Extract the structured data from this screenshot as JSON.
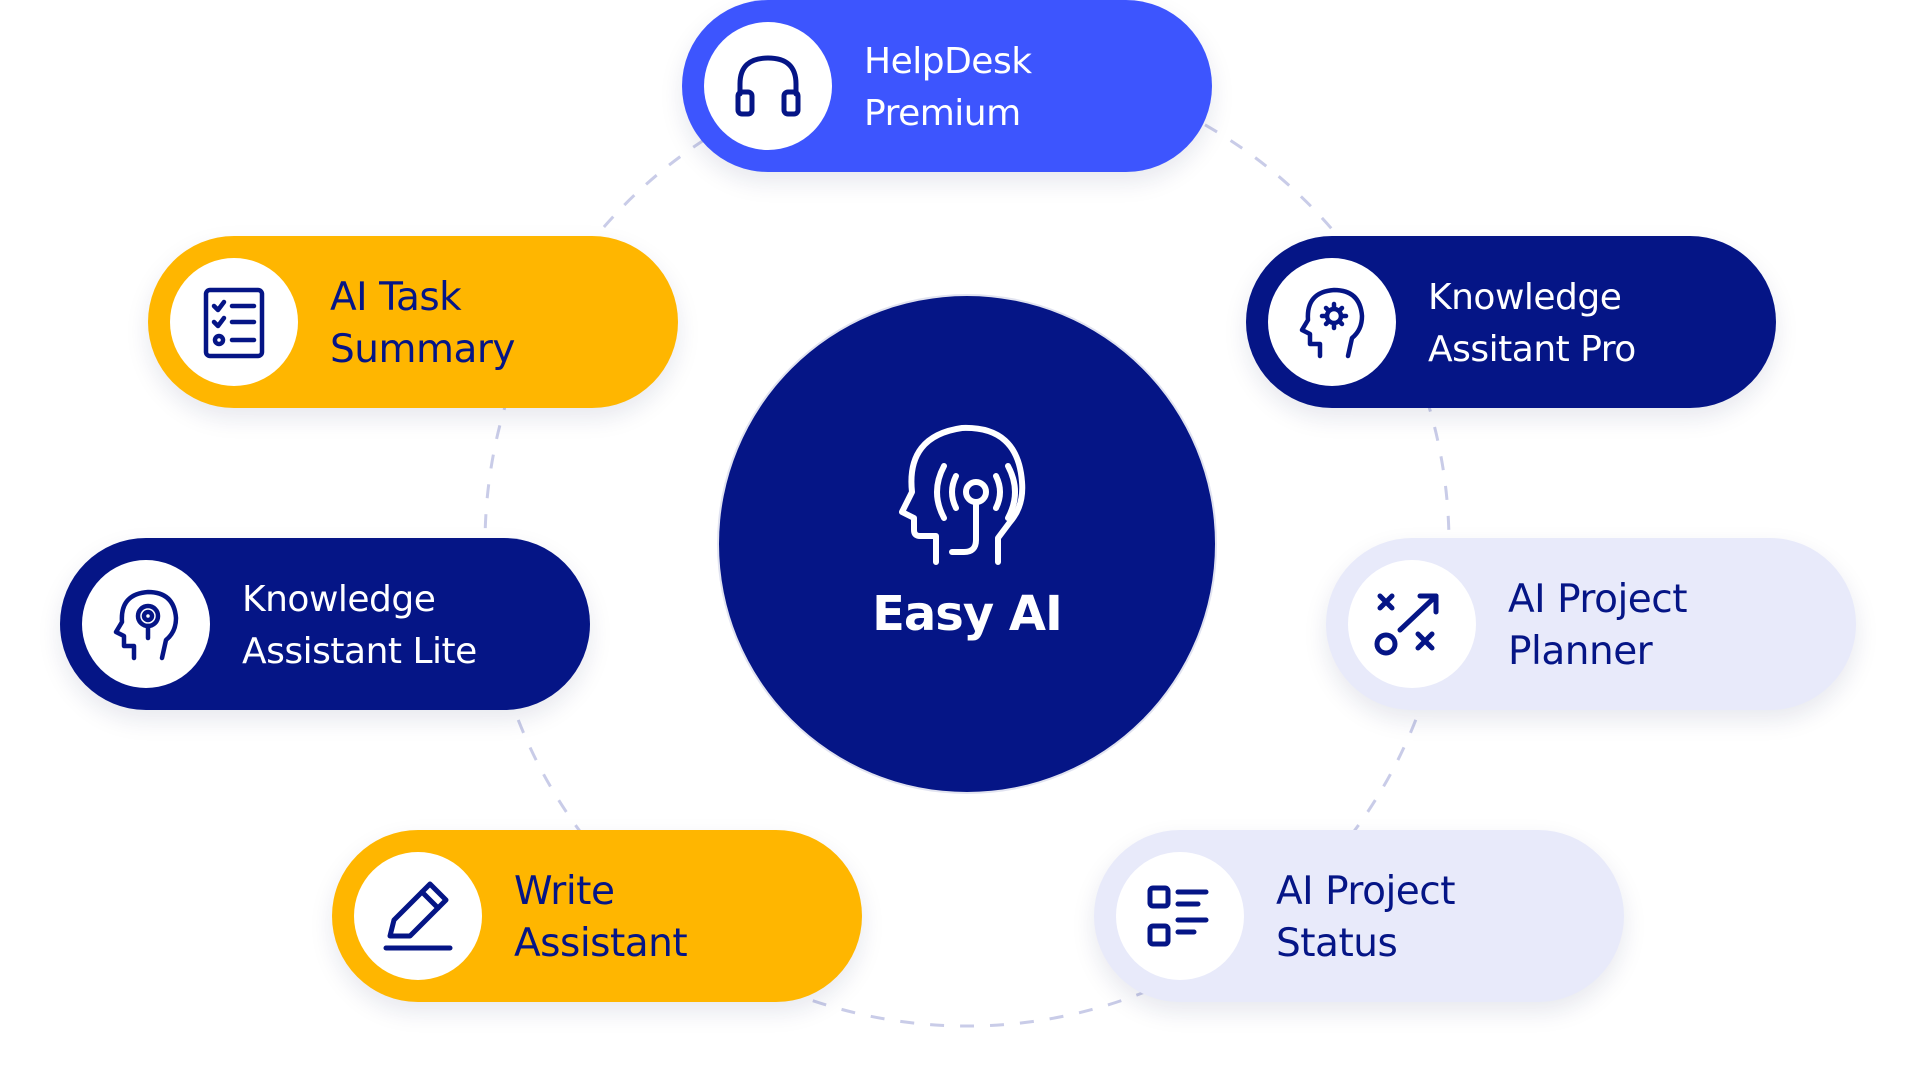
{
  "center": {
    "label": "Easy AI",
    "icon": "head-broadcast-icon"
  },
  "nodes": [
    {
      "id": "helpdesk",
      "line1": "HelpDesk",
      "line2": "Premium",
      "icon": "headphones-icon",
      "style": "blue"
    },
    {
      "id": "kapro",
      "line1": "Knowledge",
      "line2": "Assitant Pro",
      "icon": "head-gear-icon",
      "style": "navy"
    },
    {
      "id": "planner",
      "line1": "AI Project",
      "line2": "Planner",
      "icon": "strategy-icon",
      "style": "light"
    },
    {
      "id": "status",
      "line1": "AI Project",
      "line2": "Status",
      "icon": "checklist-squares-icon",
      "style": "light"
    },
    {
      "id": "write",
      "line1": "Write",
      "line2": "Assistant",
      "icon": "pen-icon",
      "style": "yellow"
    },
    {
      "id": "kalite",
      "line1": "Knowledge",
      "line2": "Assistant Lite",
      "icon": "head-bulb-icon",
      "style": "navy"
    },
    {
      "id": "task",
      "line1": "AI Task",
      "line2": "Summary",
      "icon": "task-list-icon",
      "style": "yellow"
    }
  ],
  "colors": {
    "navy": "#051586",
    "blue": "#3d55fe",
    "yellow": "#ffb600",
    "light": "#e8eafa",
    "ring": "#c9cce8"
  }
}
